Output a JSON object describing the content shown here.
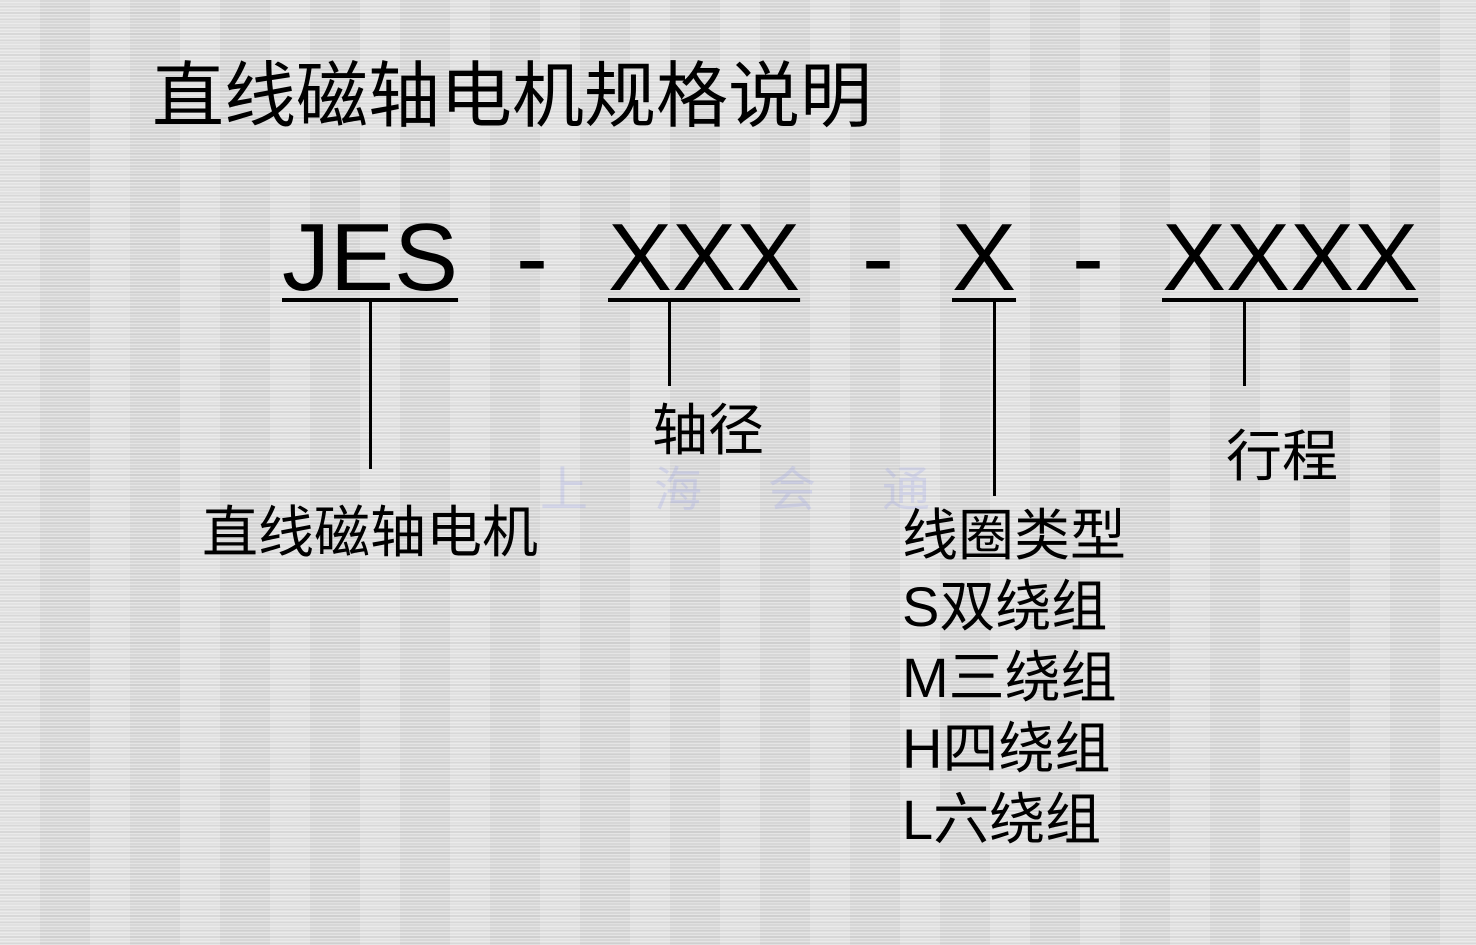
{
  "title": "直线磁轴电机规格说明",
  "model_code": {
    "segments": [
      "JES",
      "XXX",
      "X",
      "XXXX"
    ],
    "separator": "-"
  },
  "labels": {
    "motor_type": "直线磁轴电机",
    "shaft_diameter": "轴径",
    "stroke": "行程",
    "coil_type": {
      "heading": "线圈类型",
      "options": [
        {
          "code": "S",
          "text": "双绕组"
        },
        {
          "code": "M",
          "text": "三绕组"
        },
        {
          "code": "H",
          "text": "四绕组"
        },
        {
          "code": "L",
          "text": "六绕组"
        }
      ]
    }
  },
  "watermark": "上海会通",
  "colors": {
    "background": "#dedede",
    "text": "#000000",
    "watermark": "#8c96eb"
  }
}
